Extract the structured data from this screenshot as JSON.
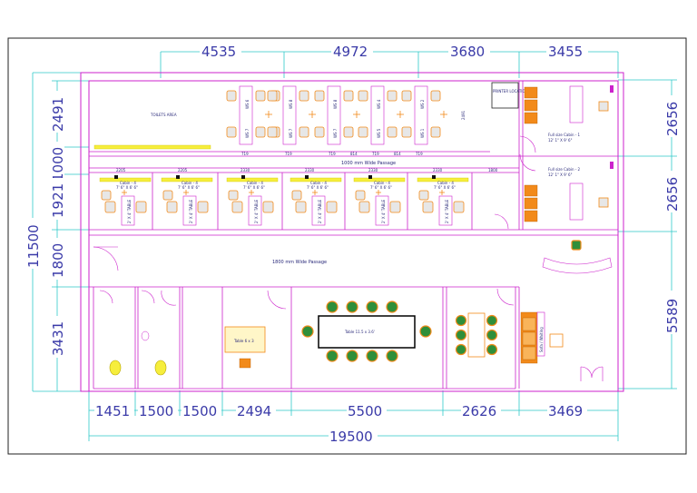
{
  "dimensions": {
    "top": [
      "4535",
      "4972",
      "3680",
      "3455"
    ],
    "left": [
      "2491",
      "1000",
      "1921",
      "1800",
      "3431"
    ],
    "left_overall": "11500",
    "right": [
      "2656",
      "2656",
      "5589"
    ],
    "bottom": [
      "1451",
      "1500",
      "1500",
      "2494",
      "5500",
      "2626",
      "3469"
    ],
    "bottom_overall": "19500",
    "cabin_widths": [
      "2205",
      "2205",
      "2330",
      "2330",
      "2330",
      "2330",
      "1800"
    ],
    "ws_widths": [
      "719",
      "719",
      "719",
      "814",
      "719",
      "814",
      "719"
    ]
  },
  "labels": {
    "toilets_area": "TOILETS AREA",
    "passage_upper": "1000 mm  Wide  Passage",
    "passage_main": "1800 mm  Wide  Passage",
    "printer": "PRINTER LOCATION",
    "full_cabin_1": "Full size Cabin - 1",
    "full_cabin_1_size": "12' 1\" X 9' 6\"",
    "full_cabin_2": "Full size Cabin - 2",
    "full_cabin_2_size": "12' 1\" X 9' 6\"",
    "conference_table": "Table 11.5 x 3.6'",
    "small_table": "Table 6 x 3",
    "cabin_label": "Cabin - 4",
    "cabin_size": "7' 6\" X 6' 6\"",
    "cabin_table": "2' X 4' TABLE",
    "ws_labels": [
      "WS 6",
      "WS 8",
      "WS 8",
      "WS 8",
      "WS 4",
      "WS 2"
    ],
    "ws_lower": [
      "WS 7",
      "WS 7",
      "WS 7",
      "WS 5",
      "WS 3",
      "WS 1"
    ],
    "seat_label": "Sofa / Waiting",
    "vert_2491": "2491"
  }
}
